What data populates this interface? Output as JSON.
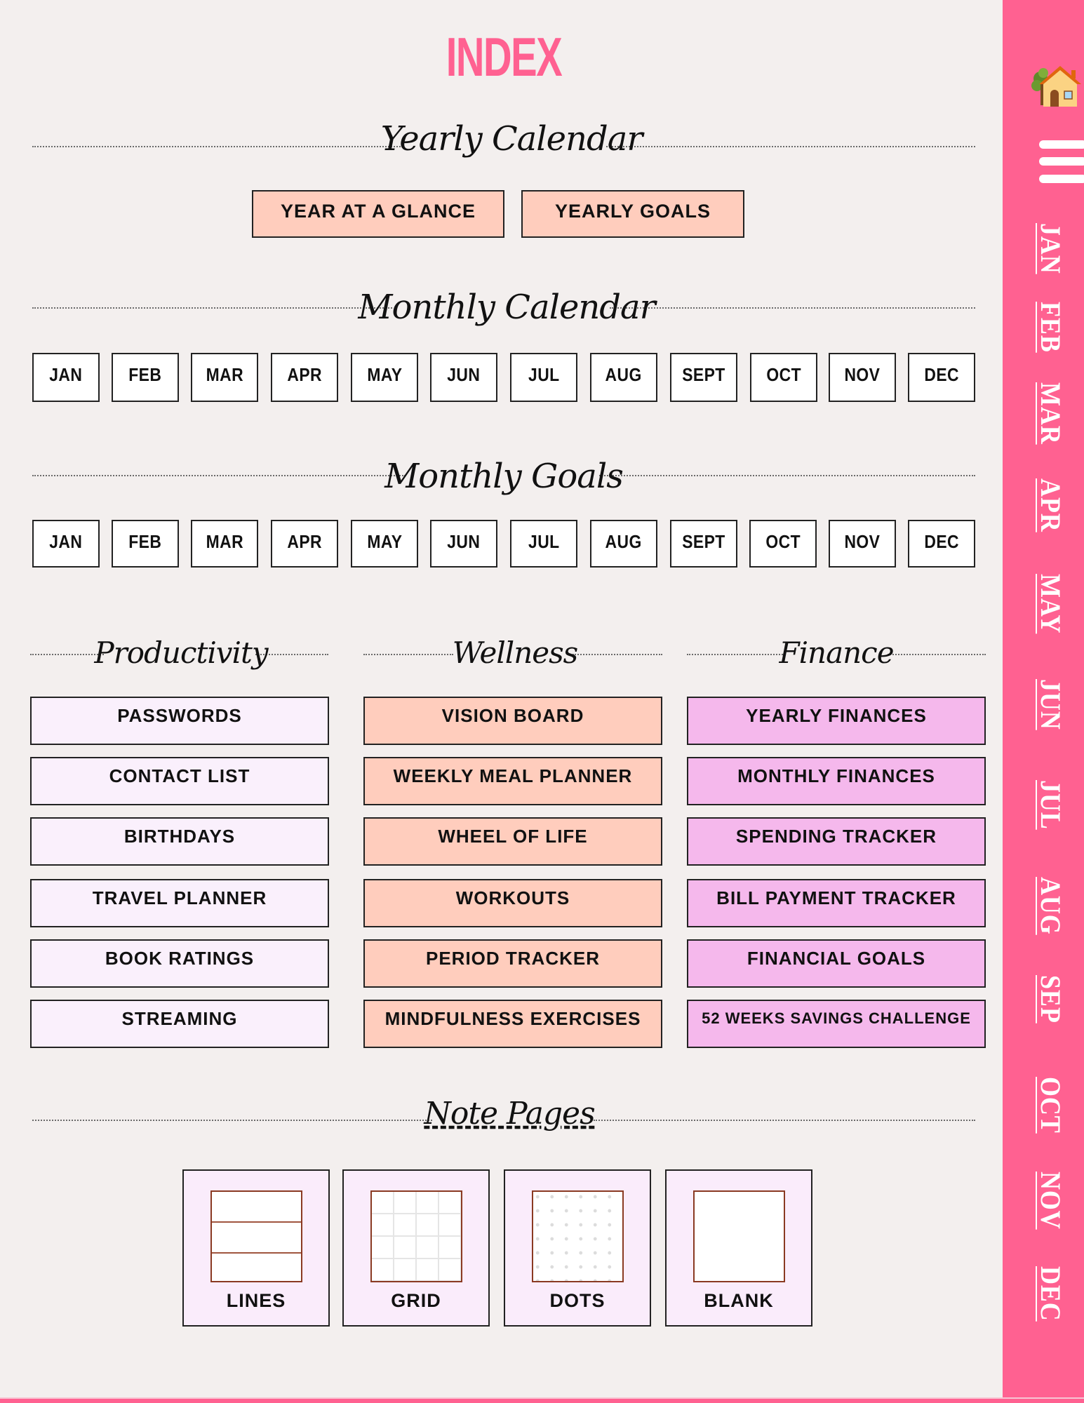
{
  "page": {
    "title": "INDEX",
    "colors": {
      "accent_pink": "#ff6191",
      "background": "#f3efee",
      "peach": "#ffcdbd",
      "lavender": "#faf0fc",
      "finance_pink": "#f5b8ec",
      "preview_border": "#8a3a22"
    }
  },
  "yearly_calendar": {
    "heading": "Yearly Calendar",
    "buttons": [
      "YEAR AT A GLANCE",
      "YEARLY GOALS"
    ]
  },
  "monthly_calendar": {
    "heading": "Monthly Calendar",
    "months": [
      "JAN",
      "FEB",
      "MAR",
      "APR",
      "MAY",
      "JUN",
      "JUL",
      "AUG",
      "SEPT",
      "OCT",
      "NOV",
      "DEC"
    ]
  },
  "monthly_goals": {
    "heading": "Monthly Goals",
    "months": [
      "JAN",
      "FEB",
      "MAR",
      "APR",
      "MAY",
      "JUN",
      "JUL",
      "AUG",
      "SEPT",
      "OCT",
      "NOV",
      "DEC"
    ]
  },
  "productivity": {
    "heading": "Productivity",
    "items": [
      "PASSWORDS",
      "CONTACT LIST",
      "BIRTHDAYS",
      "TRAVEL PLANNER",
      "BOOK RATINGS",
      "STREAMING"
    ]
  },
  "wellness": {
    "heading": "Wellness",
    "items": [
      "VISION BOARD",
      "WEEKLY MEAL PLANNER",
      "WHEEL OF LIFE",
      "WORKOUTS",
      "PERIOD TRACKER",
      "MINDFULNESS EXERCISES"
    ]
  },
  "finance": {
    "heading": "Finance",
    "items": [
      "YEARLY FINANCES",
      "MONTHLY FINANCES",
      "SPENDING TRACKER",
      "BILL PAYMENT TRACKER",
      "FINANCIAL GOALS",
      "52 WEEKS SAVINGS CHALLENGE"
    ]
  },
  "note_pages": {
    "heading": "Note Pages",
    "cards": [
      {
        "label": "LINES",
        "icon": "lined-page-icon"
      },
      {
        "label": "GRID",
        "icon": "grid-page-icon"
      },
      {
        "label": "DOTS",
        "icon": "dotted-page-icon"
      },
      {
        "label": "BLANK",
        "icon": "blank-page-icon"
      }
    ]
  },
  "sidebar": {
    "home_icon": "house-with-garden-icon",
    "menu_icon": "hamburger-menu-icon",
    "months": [
      "JAN",
      "FEB",
      "MAR",
      "APR",
      "MAY",
      "JUN",
      "JUL",
      "AUG",
      "SEP",
      "OCT",
      "NOV",
      "DEC"
    ]
  }
}
